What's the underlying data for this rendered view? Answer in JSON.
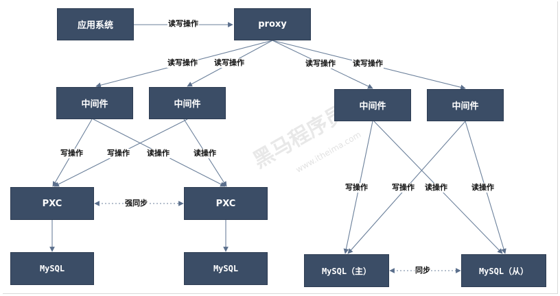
{
  "nodes": {
    "app_system": "应用系统",
    "proxy": "proxy",
    "mw1": "中间件",
    "mw2": "中间件",
    "mw3": "中间件",
    "mw4": "中间件",
    "pxc1": "PXC",
    "pxc2": "PXC",
    "mysql1": "MySQL",
    "mysql2": "MySQL",
    "mysql_master": "MySQL（主）",
    "mysql_slave": "MySQL（从）"
  },
  "edge_labels": {
    "app_to_proxy": "读写操作",
    "proxy_to_mw1": "读写操作",
    "proxy_to_mw2": "读写操作",
    "proxy_to_mw3": "读写操作",
    "proxy_to_mw4": "读写操作",
    "left_write_1": "写操作",
    "left_write_2": "写操作",
    "left_read_1": "读操作",
    "left_read_2": "读操作",
    "strong_sync": "强同步",
    "right_write_1": "写操作",
    "right_write_2": "写操作",
    "right_read_1": "读操作",
    "right_read_2": "读操作",
    "sync": "同步"
  },
  "watermark": {
    "main": "黑马程序员",
    "sub": "www.itheima.com"
  },
  "colors": {
    "node_fill": "#3b4d66",
    "edge": "#6a7f9a",
    "text": "#111111"
  }
}
